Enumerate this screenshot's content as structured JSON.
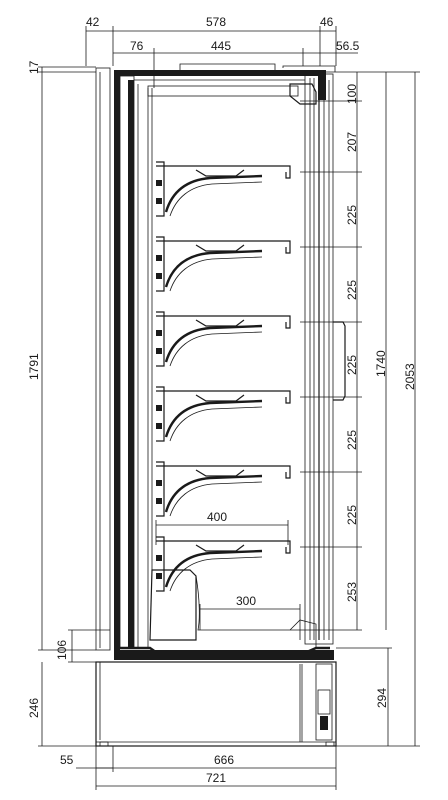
{
  "drawing": {
    "subject": "refrigerated display cabinet side section",
    "top_dims": {
      "d42": "42",
      "d578": "578",
      "d46": "46",
      "d76": "76",
      "d445": "445",
      "d56_5": "56.5"
    },
    "left_dims": {
      "d17": "17",
      "d1791": "1791",
      "d106": "106",
      "d246": "246"
    },
    "right_dims": {
      "d100": "100",
      "d207": "207",
      "s1": "225",
      "s2": "225",
      "s3": "225",
      "s4": "225",
      "s5": "225",
      "d253": "253",
      "d1740": "1740",
      "d2053": "2053",
      "d294": "294"
    },
    "inner_dims": {
      "d400": "400",
      "d300": "300"
    },
    "bottom_dims": {
      "d55": "55",
      "d666": "666",
      "d721": "721"
    }
  }
}
